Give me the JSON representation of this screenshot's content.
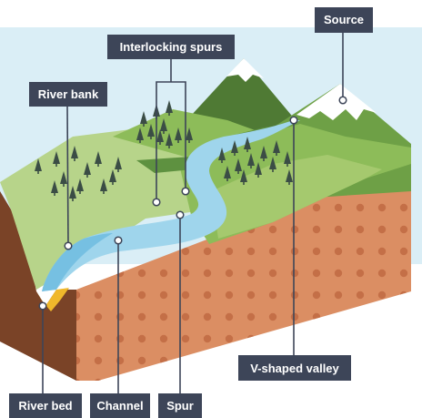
{
  "labels": {
    "source": "Source",
    "interlocking_spurs": "Interlocking spurs",
    "river_bank": "River bank",
    "v_shaped_valley": "V-shaped valley",
    "river_bed": "River bed",
    "channel": "Channel",
    "spur": "Spur"
  },
  "colors": {
    "sky": "#daeef6",
    "label_bg": "#3d4558",
    "soil": "#db8e63",
    "soil_dots": "#c46f47",
    "soil_dark": "#7a4327",
    "grass_light": "#b7d48a",
    "grass_mid": "#8dbc59",
    "grass_dark": "#5e9140",
    "mountain": "#4f7a34",
    "snow": "#ffffff",
    "water": "#9fd5ec",
    "water_dark": "#76c0e2",
    "tree": "#3b4d45",
    "riverbed": "#f0b82b"
  }
}
